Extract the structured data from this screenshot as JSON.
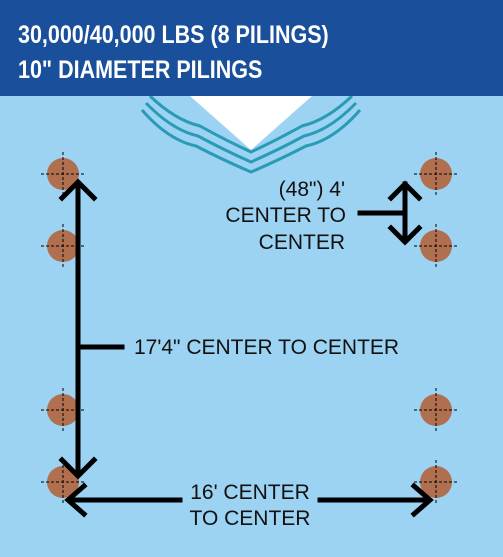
{
  "header": {
    "line1": "30,000/40,000 LBS (8 PILINGS)",
    "line2": "10\" DIAMETER PILINGS"
  },
  "labels": {
    "spacing_small_line1": "(48\") 4'",
    "spacing_small_line2": "CENTER TO",
    "spacing_small_line3": "CENTER",
    "length_label": "17'4\" CENTER TO CENTER",
    "width_line1": "16' CENTER",
    "width_line2": "TO CENTER"
  },
  "colors": {
    "header_bg": "#1a4f9c",
    "water": "#9cd2f2",
    "piling": "#b07050",
    "boat_hull": "#ffffff",
    "wave": "#2a9bb5",
    "arrow": "#000000"
  },
  "pilings": {
    "count": 8,
    "diameter_label": "10\" DIAMETER"
  }
}
